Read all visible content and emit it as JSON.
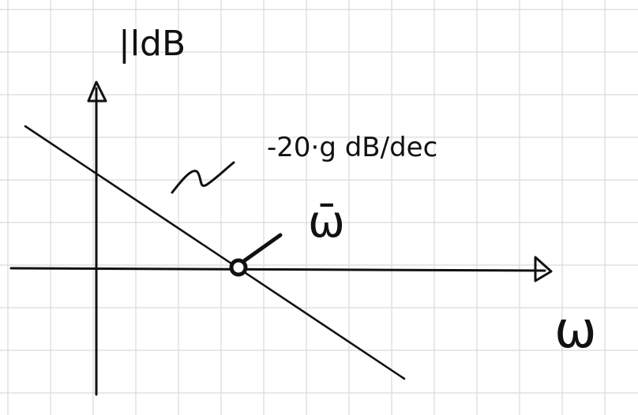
{
  "labels": {
    "y_axis": "|ldB",
    "x_axis": "ω",
    "slope": "-20·g dB/dec",
    "crossing": "ω̄",
    "tilde": "~"
  },
  "colors": {
    "background": "#ffffff",
    "grid": "#d9d9d9",
    "ink": "#111111"
  },
  "grid": true
}
